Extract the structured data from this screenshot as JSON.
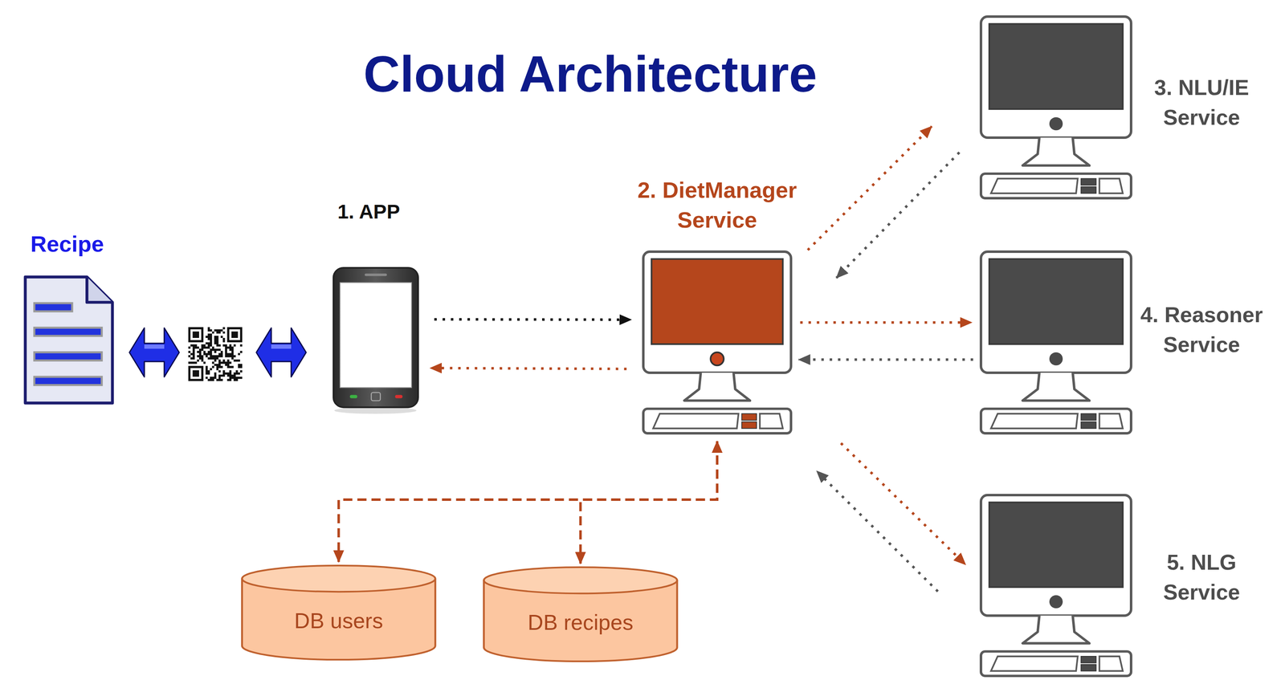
{
  "diagram": {
    "title": "Cloud Architecture",
    "nodes": [
      {
        "text": [
          "Recipe"
        ]
      },
      {
        "text": [
          "1. APP"
        ]
      },
      {
        "text": [
          "2. DietManager Service"
        ]
      },
      {
        "text": [
          "3. NLU/IE Service"
        ]
      },
      {
        "text": [
          "4. Reasoner Service"
        ]
      },
      {
        "text": [
          "5. NLG Service"
        ]
      },
      {
        "text": [
          "DB users"
        ]
      },
      {
        "text": [
          "DB recipes"
        ]
      }
    ],
    "edges": [
      {
        "from": 0,
        "to": 1,
        "arrow": "both"
      },
      {
        "from": 1,
        "to": 2,
        "arrow": "to"
      },
      {
        "from": 2,
        "to": 1,
        "arrow": "to"
      },
      {
        "from": 2,
        "to": 3,
        "arrow": "to"
      },
      {
        "from": 3,
        "to": 2,
        "arrow": "to"
      },
      {
        "from": 2,
        "to": 4,
        "arrow": "to"
      },
      {
        "from": 4,
        "to": 2,
        "arrow": "to"
      },
      {
        "from": 2,
        "to": 5,
        "arrow": "to"
      },
      {
        "from": 5,
        "to": 2,
        "arrow": "to"
      },
      {
        "from": 2,
        "to": 6,
        "arrow": "both"
      },
      {
        "from": 2,
        "to": 7,
        "arrow": "both"
      }
    ]
  }
}
